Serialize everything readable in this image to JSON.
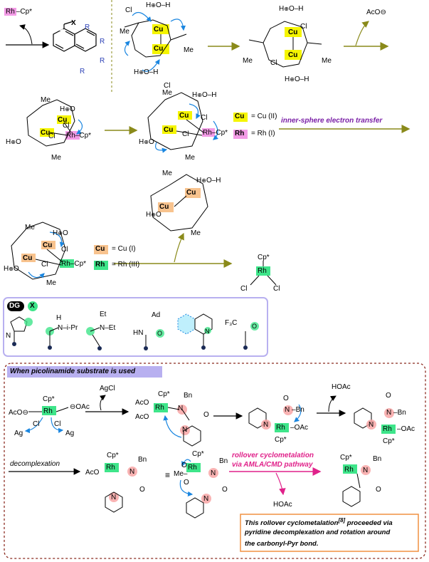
{
  "atoms": {
    "rh": "Rh",
    "cu": "Cu",
    "cl": "Cl",
    "ag": "Ag",
    "me": "Me",
    "o": "O",
    "h": "H",
    "n": "N",
    "bn": "Bn",
    "cp": "Cp*",
    "dg": "DG",
    "x": "X",
    "r": "R",
    "oac": "OAc",
    "aco": "AcO",
    "acocharge": "AcO⊖",
    "hoac": "HOAc",
    "agcl": "AgCl",
    "ad": "Ad",
    "et": "Et",
    "ipr": "i-Pr",
    "f3c": "F₃C",
    "ominus": "⊖",
    "oplus": "⊕"
  },
  "legend": {
    "cu2": "= Cu (II)",
    "rh1": "= Rh (I)",
    "cu1": "= Cu (I)",
    "rh3": "= Rh (III)"
  },
  "labels": {
    "inner_sphere": "inner-sphere electron transfer",
    "picolinamide": "When picolinamide substrate is used",
    "decomplexation": "decomplexation",
    "rollover_1": "rollover cyclometalation",
    "rollover_2": "via AMLA/CMD pathway",
    "equiv": "≡",
    "note_1": "This rollover cyclometalation",
    "note_ref": "[8]",
    "note_1b": " proceeded via",
    "note_2": "pyridine decomplexation and rotation around",
    "note_3": "the carbonyl-Pyr bond."
  },
  "colors": {
    "arrow_olive": "#8a8a1a",
    "violet": "#7a1fa6",
    "magenta": "#e0218a",
    "blue": "#1a86e0",
    "rh_magenta": "#f39be6",
    "rh_green": "#3ee58a",
    "cu_yellow": "#f5f500",
    "cu_orange": "#f8c38e",
    "box_purple": "#b8b0f0",
    "dashed_brown": "#8b2a1f",
    "note_orange": "#f09040"
  }
}
